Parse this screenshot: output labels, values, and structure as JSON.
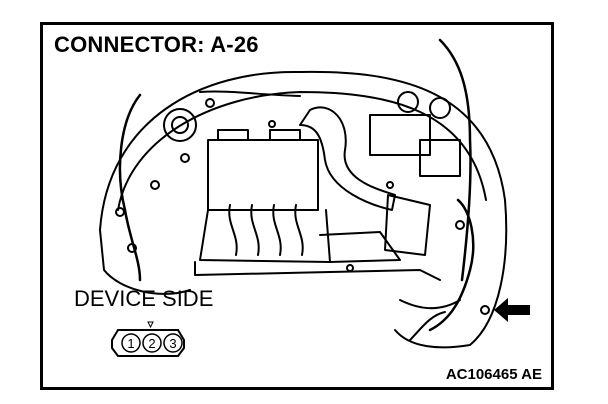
{
  "title": "CONNECTOR: A-26",
  "device_side_label": "DEVICE SIDE",
  "connector_pins": [
    "1",
    "2",
    "3"
  ],
  "figure_code": "AC106465 AE"
}
